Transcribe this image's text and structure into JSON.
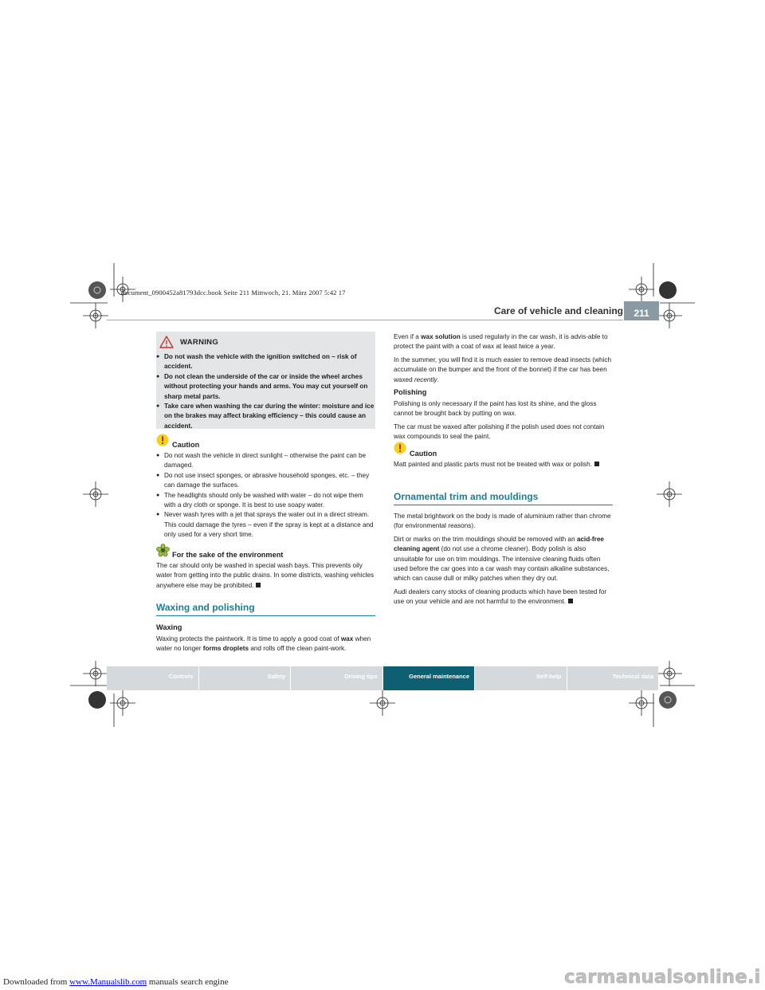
{
  "file_info": "document_0900452a81793dcc.book  Seite 211  Mittwoch, 21. März 2007  5:42 17",
  "header": {
    "title": "Care of vehicle and cleaning",
    "page_number": "211"
  },
  "warning": {
    "title": "WARNING",
    "bullets": [
      "Do not wash the vehicle with the ignition switched on – risk of accident.",
      "Do not clean the underside of the car or inside the wheel arches without protecting your hands and arms. You may cut yourself on sharp metal parts.",
      "Take care when washing the car during the winter: moisture and ice on the brakes may affect braking efficiency – this could cause an accident."
    ]
  },
  "caution1": {
    "title": "Caution",
    "bullets": [
      "Do not wash the vehicle in direct sunlight – otherwise the paint can be damaged.",
      "Do not use insect sponges, or abrasive household sponges, etc. – they can damage the surfaces.",
      "The headlights should only be washed with water – do not wipe them with a dry cloth or sponge. It is best to use soapy water.",
      "Never wash tyres with a jet that sprays the water out in a direct stream. This could damage the tyres – even if the spray is kept at a distance and only used for a very short time."
    ]
  },
  "environment": {
    "title": "For the sake of the environment",
    "text": "The car should only be washed in special wash bays. This prevents oily water from getting into the public drains. In some districts, washing vehicles anywhere else may be prohibited."
  },
  "waxing_section": {
    "title": "Waxing and polishing",
    "sub_waxing": "Waxing",
    "waxing_p1_a": "Waxing protects the paintwork. It is time to apply a good coat of",
    "waxing_p1_b": "wax",
    "waxing_p1_c": "when water no longer",
    "waxing_p1_d": "forms droplets",
    "waxing_p1_e": "and rolls off the clean paint-work.",
    "waxing_p2_a": "Even if a",
    "waxing_p2_b": "wax solution",
    "waxing_p2_c": "is used regularly in the car wash, it is advis-able to protect the paint with a coat of wax at least twice a year.",
    "waxing_p3_a": "In the summer, you will find it is much easier to remove dead insects (which accumulate on the bumper and the front of the bonnet) if the car has been waxed",
    "waxing_p3_b": "recently",
    "waxing_p3_c": ".",
    "sub_polishing": "Polishing",
    "polishing_p1": "Polishing is only necessary if the paint has lost its shine, and the gloss cannot be brought back by putting on wax.",
    "polishing_p2": "The car must be waxed after polishing if the polish used does not contain wax compounds to seal the paint."
  },
  "caution2": {
    "title": "Caution",
    "text": "Matt painted and plastic parts must not be treated with wax or polish."
  },
  "trim_section": {
    "title": "Ornamental trim and mouldings",
    "p1": "The metal brightwork on the body is made of aluminium rather than chrome (for environmental reasons).",
    "p2_a": "Dirt or marks on the trim mouldings should be removed with an",
    "p2_b": "acid-free cleaning agent",
    "p2_c": "(do not use a chrome cleaner). Body polish is also unsuitable for use on trim mouldings. The intensive cleaning fluids often used before the car goes into a car wash may contain alkaline substances, which can cause dull or milky patches when they dry out.",
    "p3": "Audi dealers carry stocks of cleaning products which have been tested for use on your vehicle and are not harmful to the environment."
  },
  "nav": {
    "tabs": [
      "Controls",
      "Safety",
      "Driving tips",
      "General maintenance",
      "Self-help",
      "Technical data"
    ],
    "active_index": 3
  },
  "footer": {
    "prefix": "Downloaded from",
    "link": "www.Manualslib.com",
    "suffix": " manuals search engine"
  },
  "watermark": "carmanualsonline.info"
}
